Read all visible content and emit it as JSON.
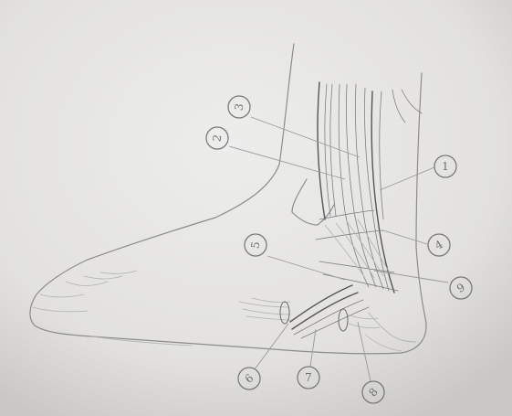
{
  "diagram": {
    "labels": [
      {
        "id": "label-1",
        "text": "1"
      },
      {
        "id": "label-2",
        "text": "2"
      },
      {
        "id": "label-3",
        "text": "3"
      },
      {
        "id": "label-4",
        "text": "4"
      },
      {
        "id": "label-5",
        "text": "5"
      },
      {
        "id": "label-6",
        "text": "6"
      },
      {
        "id": "label-7",
        "text": "7"
      },
      {
        "id": "label-8",
        "text": "8"
      },
      {
        "id": "label-9",
        "text": "9"
      }
    ]
  }
}
